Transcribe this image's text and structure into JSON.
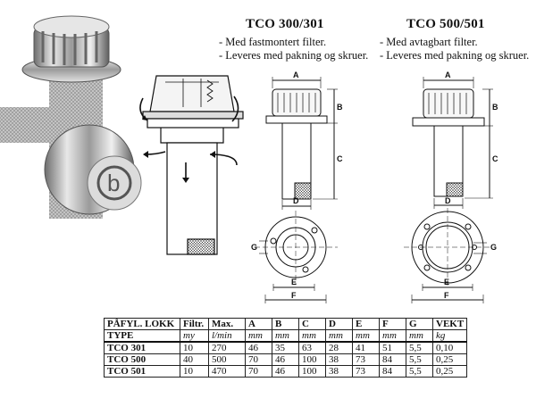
{
  "products": {
    "tco300": {
      "title": "TCO 300/301",
      "bullets": [
        "- Med fastmontert filter.",
        "- Leveres med pakning og skruer."
      ]
    },
    "tco500": {
      "title": "TCO 500/501",
      "bullets": [
        "- Med avtagbart filter.",
        "- Leveres med pakning og skruer."
      ]
    }
  },
  "dimension_labels": {
    "a": "A",
    "b": "B",
    "c": "C",
    "d": "D",
    "e": "E",
    "f": "F",
    "g": "G"
  },
  "photo_logo_text": "b",
  "table": {
    "headers": [
      "PÅFYL. LOKK",
      "Filtr.",
      "Max.",
      "A",
      "B",
      "C",
      "D",
      "E",
      "F",
      "G",
      "VEKT"
    ],
    "units": [
      "TYPE",
      "my",
      "l/min",
      "mm",
      "mm",
      "mm",
      "mm",
      "mm",
      "mm",
      "mm",
      "kg"
    ],
    "rows": [
      [
        "TCO 301",
        "10",
        "270",
        "46",
        "35",
        "63",
        "28",
        "41",
        "51",
        "5,5",
        "0,10"
      ],
      [
        "TCO 500",
        "40",
        "500",
        "70",
        "46",
        "100",
        "38",
        "73",
        "84",
        "5,5",
        "0,25"
      ],
      [
        "TCO 501",
        "10",
        "470",
        "70",
        "46",
        "100",
        "38",
        "73",
        "84",
        "5,5",
        "0,25"
      ]
    ]
  }
}
